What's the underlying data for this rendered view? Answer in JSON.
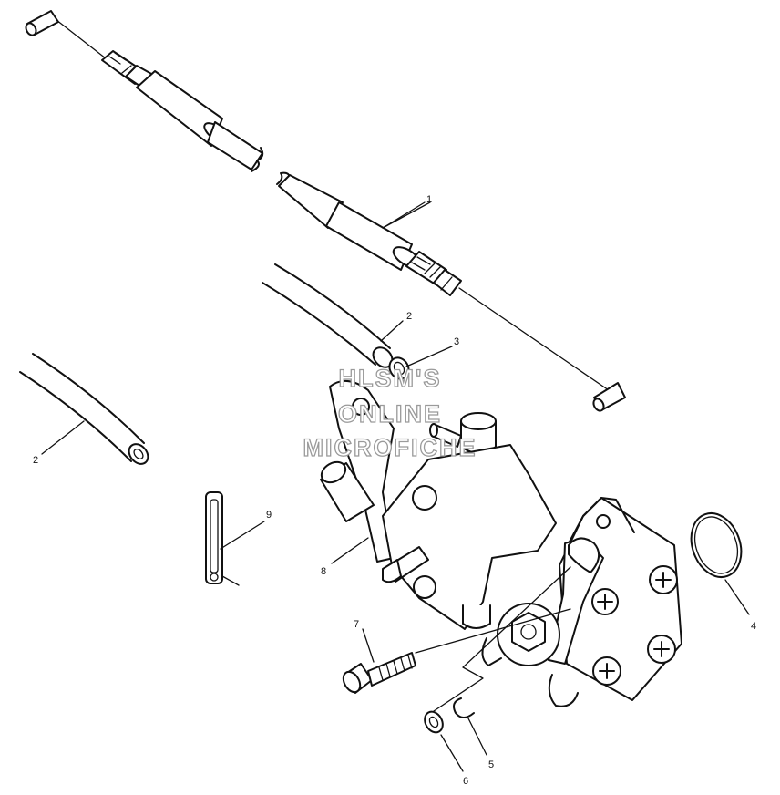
{
  "watermark": {
    "line1": "HLSM'S",
    "line2": "ONLINE",
    "line3": "MICROFICHE"
  },
  "callouts": [
    {
      "id": "c1",
      "label": "1"
    },
    {
      "id": "c2a",
      "label": "2"
    },
    {
      "id": "c2b",
      "label": "2"
    },
    {
      "id": "c3",
      "label": "3"
    },
    {
      "id": "c4",
      "label": "4"
    },
    {
      "id": "c5",
      "label": "5"
    },
    {
      "id": "c6",
      "label": "6"
    },
    {
      "id": "c7",
      "label": "7"
    },
    {
      "id": "c8",
      "label": "8"
    },
    {
      "id": "c9",
      "label": "9"
    }
  ]
}
